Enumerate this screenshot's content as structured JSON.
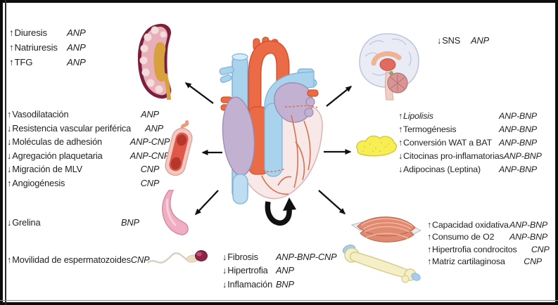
{
  "palette": {
    "ink": "#1f1f1f",
    "arrow-black": "#111111",
    "aorta": "#ea6b46",
    "aorta-dark": "#d4502c",
    "vein-blue": "#a9d2ec",
    "vein-dark": "#7fb2d8",
    "vein-light": "#d6ecf9",
    "atrium": "#c2b1d1",
    "atrium-dark": "#9d89b1",
    "ventricle": "#f8e9e8",
    "ventricle-line": "#dbb3b3",
    "coronary": "#d4724f",
    "kidney-pink": "#e9afb8",
    "kidney-dark": "#7b1f3e",
    "kidney-amber": "#d9a13e",
    "kidney-pale": "#f3dcdc",
    "brain-gray": "#e9ecf5",
    "brain-line": "#bcc5da",
    "brain-band": "#f0b292",
    "brain-red": "#e26b5e",
    "brain-green": "#8aab66",
    "cerebellum": "#d89595",
    "cerebellum-line": "#b87070",
    "stem-pink": "#f2cdc5",
    "vessel-wall": "#f5c9c3",
    "vessel-line": "#e0a59a",
    "vessel-lumen": "#e05948",
    "vessel-dark": "#b5372c",
    "vessel-tail": "#ec9a7a",
    "fat-yellow": "#f6ee52",
    "fat-line": "#d9c83e",
    "stomach-pink": "#efaec2",
    "stomach-line": "#d88ba3",
    "sperm-head": "#8e2448",
    "sperm-head-hi": "#c05878",
    "sperm-tail": "#d8cfc0",
    "muscle-red": "#e08a72",
    "muscle-dark": "#c06a52",
    "muscle-light": "#f2b7a3",
    "bone-cream": "#f5efc7",
    "bone-line": "#d9cc8d",
    "bone-blue": "#a9cde9"
  },
  "blocks": {
    "kidney": {
      "organ": "kidney",
      "items": [
        {
          "prefix": "↑",
          "label": "Diuresis",
          "peptide": "ANP"
        },
        {
          "prefix": "↑",
          "label": "Natriuresis",
          "peptide": "ANP"
        },
        {
          "prefix": "↑",
          "label": "TFG",
          "peptide": "ANP"
        }
      ]
    },
    "vasculature": {
      "organ": "blood-vessel",
      "items": [
        {
          "prefix": "↑",
          "label": "Vasodilatación",
          "peptide": "ANP"
        },
        {
          "prefix": "↓",
          "label": "Resistencia vascular periférica",
          "peptide": "ANP"
        },
        {
          "prefix": "↓",
          "label": "Moléculas de adhesión",
          "peptide": "ANP-CNP"
        },
        {
          "prefix": "↓",
          "label": "Agregación plaquetaria",
          "peptide": "ANP-CNP"
        },
        {
          "prefix": "↓",
          "label": "Migración de MLV",
          "peptide": "CNP"
        },
        {
          "prefix": "↑",
          "label": "Angiogénesis",
          "peptide": "CNP"
        }
      ]
    },
    "stomach": {
      "organ": "stomach",
      "items": [
        {
          "prefix": "↓",
          "label": "Grelina",
          "peptide": "BNP"
        }
      ]
    },
    "sperm": {
      "organ": "sperm",
      "items": [
        {
          "prefix": "↑",
          "label": "Movilidad de espermatozoides",
          "peptide": "CNP"
        }
      ]
    },
    "brain": {
      "organ": "brain",
      "items": [
        {
          "prefix": "↓",
          "label": "SNS",
          "peptide": "ANP"
        }
      ]
    },
    "adipose": {
      "organ": "adipose-tissue",
      "items": [
        {
          "prefix": "↑",
          "label": "Lipolisis",
          "peptide": "ANP-BNP",
          "italic_label": true
        },
        {
          "prefix": "↑",
          "label": "Termogénesis",
          "peptide": "ANP-BNP"
        },
        {
          "prefix": "↑",
          "label": "Conversión WAT a BAT",
          "peptide": "ANP-BNP"
        },
        {
          "prefix": "↓",
          "label": "Citocinas pro-inflamatorias",
          "peptide": "ANP-BNP"
        },
        {
          "prefix": "↓",
          "label": "Adipocinas (Leptina)",
          "peptide": "ANP-BNP"
        }
      ]
    },
    "muscle_bone": {
      "organ": "muscle-and-bone",
      "items": [
        {
          "prefix": "↑",
          "label": "Capacidad oxidativa",
          "peptide": "ANP-BNP"
        },
        {
          "prefix": "↑",
          "label": "Consumo de O2",
          "peptide": "ANP-BNP"
        },
        {
          "prefix": "↑",
          "label": "Hipertrofia condrocitos",
          "peptide": "CNP"
        },
        {
          "prefix": "↑",
          "label": "Matriz cartilaginosa",
          "peptide": "CNP"
        }
      ]
    },
    "heart": {
      "organ": "heart",
      "items": [
        {
          "prefix": "↓",
          "label": "Fibrosis",
          "peptide": "ANP-BNP-CNP"
        },
        {
          "prefix": "↓",
          "label": "Hipertrofia",
          "peptide": "ANP"
        },
        {
          "prefix": "↓",
          "label": "Inflamación",
          "peptide": "BNP"
        }
      ]
    }
  }
}
